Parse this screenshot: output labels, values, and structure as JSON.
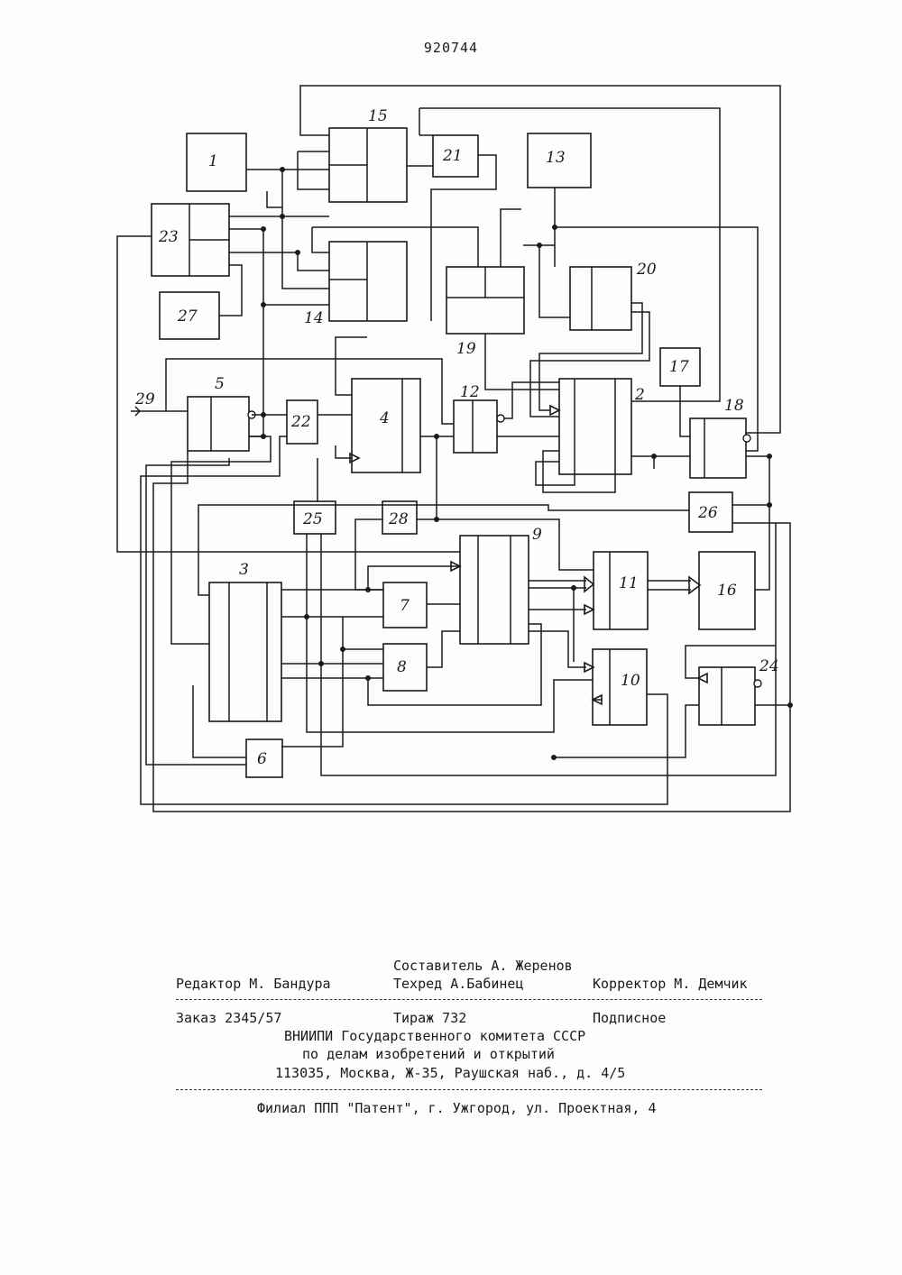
{
  "patent_number": "920744",
  "diagram": {
    "blocks": [
      "1",
      "2",
      "3",
      "4",
      "5",
      "6",
      "7",
      "8",
      "9",
      "10",
      "11",
      "12",
      "13",
      "14",
      "15",
      "16",
      "17",
      "18",
      "19",
      "20",
      "21",
      "22",
      "23",
      "24",
      "25",
      "26",
      "27",
      "28"
    ],
    "input_label": "29"
  },
  "imprint": {
    "compiler": "Составитель А. Жеренов",
    "editor": "Редактор М. Бандура",
    "techred": "Техред А.Бабинец",
    "corrector": "Корректор М. Демчик",
    "order": "Заказ 2345/57",
    "circulation": "Тираж 732",
    "subscription": "Подписное",
    "org_line1": "ВНИИПИ Государственного комитета СССР",
    "org_line2": "по делам изобретений и открытий",
    "address": "113035, Москва, Ж-35, Раушская наб., д. 4/5",
    "branch": "Филиал ППП \"Патент\", г. Ужгород, ул. Проектная, 4"
  }
}
